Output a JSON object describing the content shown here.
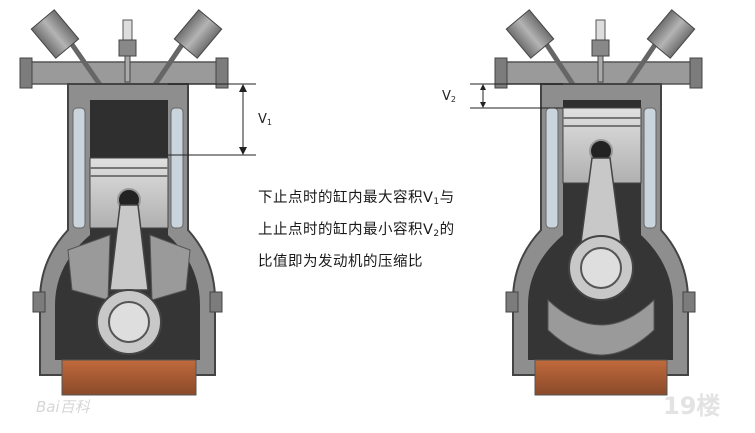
{
  "labels": {
    "v1_symbol": "V",
    "v1_sub": "1",
    "v2_symbol": "V",
    "v2_sub": "2"
  },
  "caption": {
    "line1_before": "下止点时的缸内最大容积V",
    "line1_sub": "1",
    "line1_after": "与",
    "line2_before": "上止点时的缸内最小容积V",
    "line2_sub": "2",
    "line2_after": "的",
    "line3": "比值即为发动机的压缩比"
  },
  "watermarks": {
    "left": "Bai百科",
    "right": "19楼"
  },
  "colors": {
    "oil": "#a85a35",
    "engine_gray": "#8e8e8e",
    "chamber_dark": "#2f2f2f",
    "water_jacket": "#c9d4dc"
  }
}
